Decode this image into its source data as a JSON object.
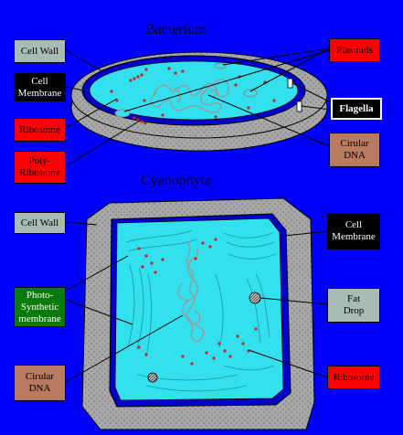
{
  "titles": {
    "bacterium": "Bacterium",
    "cyanophyte": "Cyanophyte"
  },
  "bacterium_labels": {
    "cell_wall": "Cell Wall",
    "cell_membrane": "Cell\nMembrane",
    "ribosome": "Ribosome",
    "poly_ribosome": "Poly-\nRibosome",
    "plasmids": "Plasmids",
    "flagella": "Flagella",
    "circular_dna": "Cirular\nDNA"
  },
  "cyanophyte_labels": {
    "cell_wall": "Cell Wall",
    "cell_membrane": "Cell\nMembrane",
    "photosynthetic_membrane": "Photo-\nSynthetic\nmembrane",
    "fat_drop": "Fat\nDrop",
    "circular_dna": "Cirular\nDNA",
    "ribosome": "Ribosome"
  },
  "colors": {
    "background": "#0000ff",
    "cell_wall": "#a8a8a8",
    "membrane": "#0000cc",
    "cytoplasm": "#33e0ee",
    "dna": "#a8a8a8",
    "ribosome": "#cc2222",
    "label_gray": "#a8bcb4",
    "label_red": "#ff0000",
    "label_brown": "#b87a60",
    "label_black": "#000000"
  }
}
